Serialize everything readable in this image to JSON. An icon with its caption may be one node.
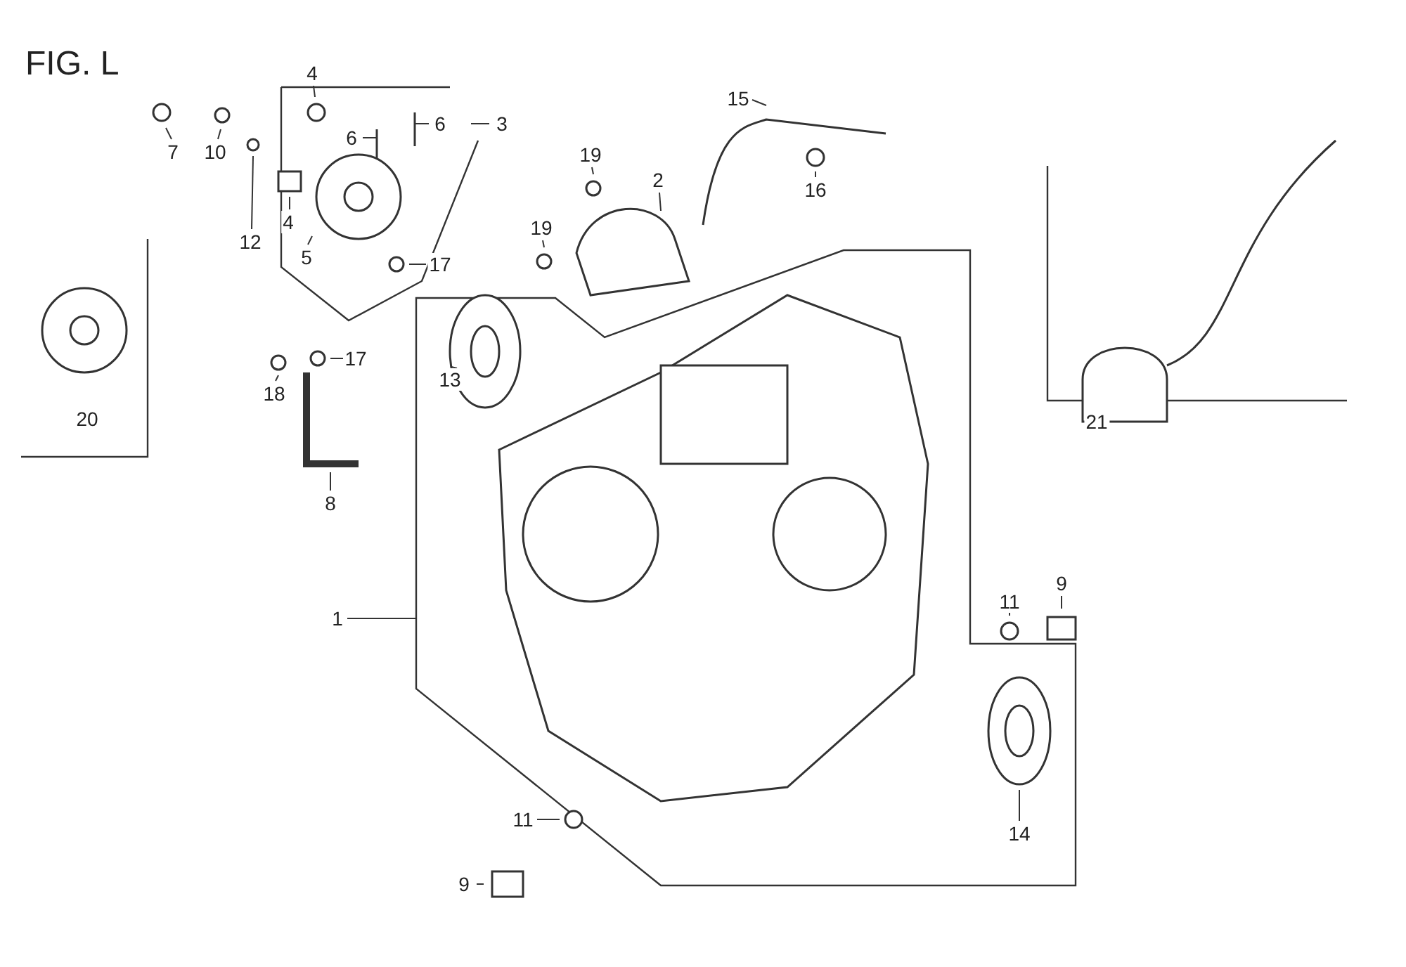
{
  "diagram": {
    "title": "FIG. L",
    "nodes": [
      {
        "text": [
          "7"
        ]
      },
      {
        "text": [
          "10"
        ]
      },
      {
        "text": [
          "12"
        ]
      },
      {
        "text": [
          "4"
        ]
      },
      {
        "text": [
          "4"
        ]
      },
      {
        "text": [
          "6"
        ]
      },
      {
        "text": [
          "6"
        ]
      },
      {
        "text": [
          "3"
        ]
      },
      {
        "text": [
          "5"
        ]
      },
      {
        "text": [
          "20"
        ]
      },
      {
        "text": [
          "18"
        ]
      },
      {
        "text": [
          "17"
        ]
      },
      {
        "text": [
          "17"
        ]
      },
      {
        "text": [
          "8"
        ]
      },
      {
        "text": [
          "13"
        ]
      },
      {
        "text": [
          "1"
        ]
      },
      {
        "text": [
          "19"
        ]
      },
      {
        "text": [
          "19"
        ]
      },
      {
        "text": [
          "2"
        ]
      },
      {
        "text": [
          "15"
        ]
      },
      {
        "text": [
          "16"
        ]
      },
      {
        "text": [
          "21"
        ]
      },
      {
        "text": [
          "11"
        ]
      },
      {
        "text": [
          "9"
        ]
      },
      {
        "text": [
          "14"
        ]
      },
      {
        "text": [
          "11"
        ]
      },
      {
        "text": [
          "9"
        ]
      }
    ],
    "edges": [
      {
        "from": 0,
        "to": null,
        "arrow": "none"
      },
      {
        "from": 1,
        "to": null,
        "arrow": "none"
      },
      {
        "from": 2,
        "to": null,
        "arrow": "none"
      },
      {
        "from": 3,
        "to": null,
        "arrow": "none"
      },
      {
        "from": 4,
        "to": null,
        "arrow": "none"
      },
      {
        "from": 5,
        "to": null,
        "arrow": "none"
      },
      {
        "from": 6,
        "to": null,
        "arrow": "none"
      },
      {
        "from": 7,
        "to": null,
        "arrow": "none"
      },
      {
        "from": 8,
        "to": null,
        "arrow": "none"
      },
      {
        "from": 10,
        "to": null,
        "arrow": "none"
      },
      {
        "from": 11,
        "to": null,
        "arrow": "none"
      },
      {
        "from": 12,
        "to": null,
        "arrow": "none"
      },
      {
        "from": 13,
        "to": null,
        "arrow": "none"
      },
      {
        "from": 14,
        "to": null,
        "arrow": "none"
      },
      {
        "from": 15,
        "to": null,
        "arrow": "none"
      },
      {
        "from": 16,
        "to": null,
        "arrow": "none"
      },
      {
        "from": 17,
        "to": null,
        "arrow": "none"
      },
      {
        "from": 18,
        "to": null,
        "arrow": "none"
      },
      {
        "from": 19,
        "to": null,
        "arrow": "none"
      },
      {
        "from": 20,
        "to": null,
        "arrow": "none"
      },
      {
        "from": 22,
        "to": null,
        "arrow": "none"
      },
      {
        "from": 23,
        "to": null,
        "arrow": "none"
      },
      {
        "from": 24,
        "to": null,
        "arrow": "none"
      },
      {
        "from": 25,
        "to": null,
        "arrow": "none"
      },
      {
        "from": 26,
        "to": null,
        "arrow": "none"
      }
    ]
  }
}
